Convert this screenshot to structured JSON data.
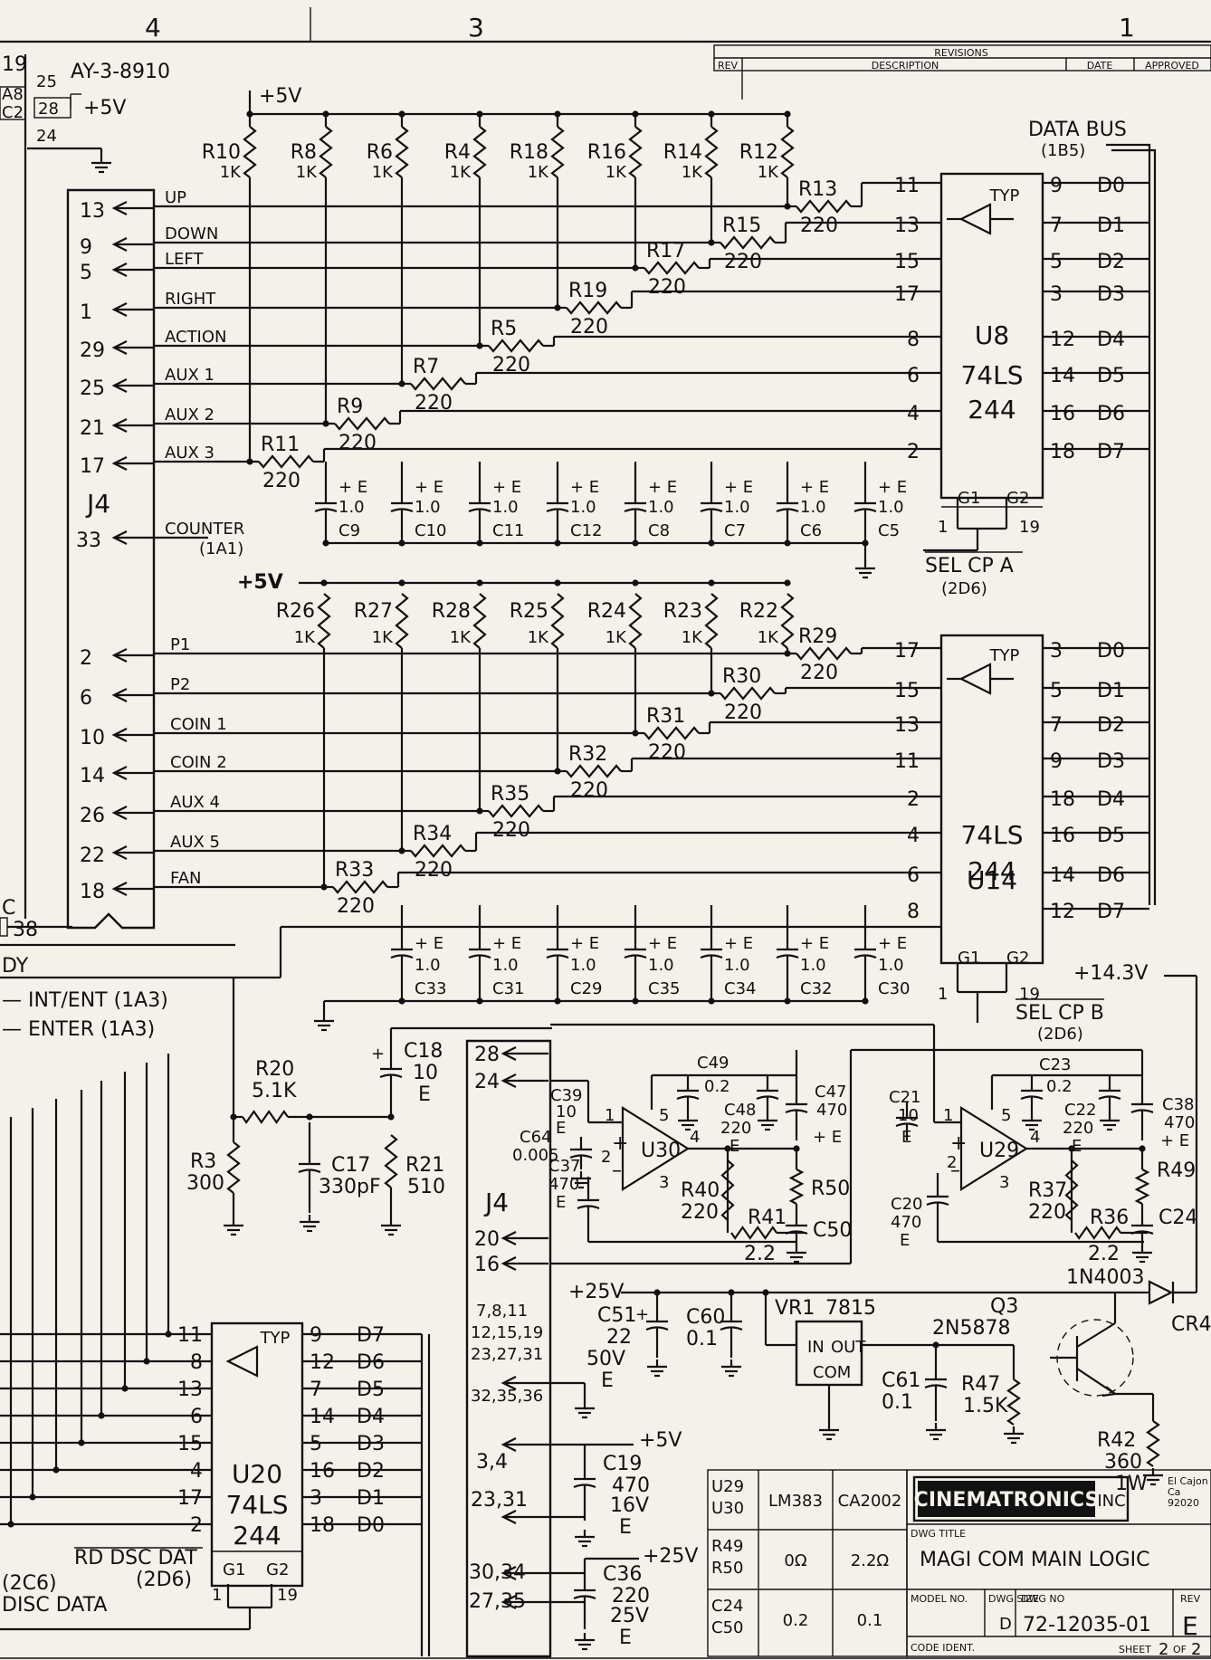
{
  "header": {
    "zones": [
      "4",
      "3",
      "1"
    ],
    "revisions": {
      "title": "REVISIONS",
      "cols": [
        "REV",
        "DESCRIPTION",
        "DATE",
        "APPROVED"
      ]
    }
  },
  "topleft": {
    "chip": "AY-3-8910",
    "pins": [
      "19",
      "25",
      "28",
      "24"
    ],
    "edge": [
      "A8",
      "C2"
    ],
    "v5": "+5V"
  },
  "top_supply": "+5V",
  "bot_supply": "+5V",
  "data_bus": {
    "label": "DATA BUS",
    "ref": "(1B5)"
  },
  "j4": {
    "label": "J4",
    "counter_pin": "33",
    "counter": "COUNTER",
    "counter_ref": "(1A1)"
  },
  "top_signals": [
    {
      "pin": "13",
      "name": "UP"
    },
    {
      "pin": "9",
      "name": "DOWN"
    },
    {
      "pin": "5",
      "name": "LEFT"
    },
    {
      "pin": "1",
      "name": "RIGHT"
    },
    {
      "pin": "29",
      "name": "ACTION"
    },
    {
      "pin": "25",
      "name": "AUX 1"
    },
    {
      "pin": "21",
      "name": "AUX 2"
    },
    {
      "pin": "17",
      "name": "AUX 3"
    }
  ],
  "bot_signals": [
    {
      "pin": "2",
      "name": "P1"
    },
    {
      "pin": "6",
      "name": "P2"
    },
    {
      "pin": "10",
      "name": "COIN 1"
    },
    {
      "pin": "14",
      "name": "COIN 2"
    },
    {
      "pin": "26",
      "name": "AUX 4"
    },
    {
      "pin": "22",
      "name": "AUX 5"
    },
    {
      "pin": "18",
      "name": "FAN"
    }
  ],
  "pullups_top": [
    {
      "ref": "R10",
      "val": "1K"
    },
    {
      "ref": "R8",
      "val": "1K"
    },
    {
      "ref": "R6",
      "val": "1K"
    },
    {
      "ref": "R4",
      "val": "1K"
    },
    {
      "ref": "R18",
      "val": "1K"
    },
    {
      "ref": "R16",
      "val": "1K"
    },
    {
      "ref": "R14",
      "val": "1K"
    },
    {
      "ref": "R12",
      "val": "1K"
    }
  ],
  "series_top": [
    {
      "ref": "R13",
      "val": "220"
    },
    {
      "ref": "R15",
      "val": "220"
    },
    {
      "ref": "R17",
      "val": "220"
    },
    {
      "ref": "R19",
      "val": "220"
    },
    {
      "ref": "R5",
      "val": "220"
    },
    {
      "ref": "R7",
      "val": "220"
    },
    {
      "ref": "R9",
      "val": "220"
    },
    {
      "ref": "R11",
      "val": "220"
    }
  ],
  "caps_top": [
    {
      "ref": "C9"
    },
    {
      "ref": "C10"
    },
    {
      "ref": "C11"
    },
    {
      "ref": "C12"
    },
    {
      "ref": "C8"
    },
    {
      "ref": "C7"
    },
    {
      "ref": "C6"
    },
    {
      "ref": "C5"
    }
  ],
  "cap_mark": {
    "pol": "+ E",
    "val": "1.0"
  },
  "pullups_bot": [
    {
      "ref": "R26",
      "val": "1K"
    },
    {
      "ref": "R27",
      "val": "1K"
    },
    {
      "ref": "R28",
      "val": "1K"
    },
    {
      "ref": "R25",
      "val": "1K"
    },
    {
      "ref": "R24",
      "val": "1K"
    },
    {
      "ref": "R23",
      "val": "1K"
    },
    {
      "ref": "R22",
      "val": "1K"
    }
  ],
  "series_bot": [
    {
      "ref": "R29",
      "val": "220"
    },
    {
      "ref": "R30",
      "val": "220"
    },
    {
      "ref": "R31",
      "val": "220"
    },
    {
      "ref": "R32",
      "val": "220"
    },
    {
      "ref": "R35",
      "val": "220"
    },
    {
      "ref": "R34",
      "val": "220"
    },
    {
      "ref": "R33",
      "val": "220"
    }
  ],
  "caps_bot": [
    {
      "ref": "C33"
    },
    {
      "ref": "C31"
    },
    {
      "ref": "C29"
    },
    {
      "ref": "C35"
    },
    {
      "ref": "C34"
    },
    {
      "ref": "C32"
    },
    {
      "ref": "C30"
    }
  ],
  "u8": {
    "ref": "U8",
    "type1": "74LS",
    "type2": "244",
    "typ": "TYP",
    "in_pins": [
      "11",
      "13",
      "15",
      "17",
      "8",
      "6",
      "4",
      "2"
    ],
    "out_pins": [
      "9",
      "7",
      "5",
      "3",
      "12",
      "14",
      "16",
      "18"
    ],
    "outs": [
      "D0",
      "D1",
      "D2",
      "D3",
      "D4",
      "D5",
      "D6",
      "D7"
    ],
    "g1": "G1",
    "g2": "G2",
    "p1": "1",
    "p19": "19",
    "sel": "SEL CP A",
    "sel_ref": "(2D6)"
  },
  "u14": {
    "ref": "U14",
    "type1": "74LS",
    "type2": "244",
    "typ": "TYP",
    "in_pins": [
      "17",
      "15",
      "13",
      "11",
      "2",
      "4",
      "6",
      "8"
    ],
    "out_pins": [
      "3",
      "5",
      "7",
      "9",
      "18",
      "16",
      "14",
      "12"
    ],
    "outs": [
      "D0",
      "D1",
      "D2",
      "D3",
      "D4",
      "D5",
      "D6",
      "D7"
    ],
    "g1": "G1",
    "g2": "G2",
    "p1": "1",
    "p19": "19",
    "sel": "SEL CP B",
    "sel_ref": "(2D6)"
  },
  "u20": {
    "ref": "U20",
    "type1": "74LS",
    "type2": "244",
    "typ": "TYP",
    "in_pins": [
      "11",
      "8",
      "13",
      "6",
      "15",
      "4",
      "17",
      "2"
    ],
    "out_pins": [
      "9",
      "12",
      "7",
      "14",
      "5",
      "16",
      "3",
      "18"
    ],
    "outs": [
      "D7",
      "D6",
      "D5",
      "D4",
      "D3",
      "D2",
      "D1",
      "D0"
    ],
    "g1": "G1",
    "g2": "G2",
    "p1": "1",
    "p19": "19",
    "rd": "RD DSC DAT",
    "rd_ref": "(2D6)"
  },
  "left_mid": {
    "pin38": "38",
    "c": "C",
    "dy": "DY",
    "int": "INT/ENT (1A3)",
    "enter": "ENTER (1A3)",
    "l2c6": "(2C6)",
    "disc": "DISC DATA"
  },
  "analog": {
    "r20": "R20",
    "r20v": "5.1K",
    "r3": "R3",
    "r3v": "300",
    "c17": "C17",
    "c17v": "330pF",
    "r21": "R21",
    "r21v": "510",
    "c18": "C18",
    "c18v": "10",
    "c18e": "E"
  },
  "audio": {
    "j4": "J4",
    "j4_pins": [
      "28",
      "24",
      "20",
      "16"
    ],
    "c39": "C39",
    "c39v": "10",
    "c39e": "E",
    "c64": "C64",
    "c64v": "0.005",
    "c37": "C37",
    "c37v": "470",
    "c37e": "E",
    "u30": "U30",
    "c49": "C49",
    "c49v": "0.2",
    "c48": "C48",
    "c48v": "220",
    "c48e": "E",
    "c47": "C47",
    "c47v": "470",
    "c47e": "+ E",
    "r40": "R40",
    "r40v": "220",
    "r41": "R41",
    "r41v": "2.2",
    "r50": "R50",
    "c50": "C50",
    "c21": "C21",
    "c21v": "10",
    "c21e": "E",
    "c20": "C20",
    "c20v": "470",
    "c20e": "E",
    "u29": "U29",
    "c23": "C23",
    "c23v": "0.2",
    "c22": "C22",
    "c22v": "220",
    "c22e": "E",
    "c38": "C38",
    "c38v": "470",
    "c38e": "+ E",
    "r37": "R37",
    "r37v": "220",
    "r36": "R36",
    "r36v": "2.2",
    "r49": "R49",
    "c24": "C24",
    "p1": "1",
    "p2": "2",
    "p3": "3",
    "p4": "4",
    "p5": "5",
    "v143": "+14.3V"
  },
  "power": {
    "v25": "+25V",
    "c51": "C51",
    "c51v": "22",
    "c51v2": "50V",
    "c51e": "E",
    "c60": "C60",
    "c60v": "0.1",
    "vr1": "VR1",
    "vr1t": "7815",
    "vin": "IN",
    "vout": "OUT",
    "vcom": "COM",
    "c61": "C61",
    "c61v": "0.1",
    "r47": "R47",
    "r47v": "1.5K",
    "q3": "Q3",
    "q3t": "2N5878",
    "cr4d": "1N4003",
    "cr4": "CR4",
    "r42": "R42",
    "r42v": "360",
    "r42w": "1W",
    "j4a": "7,8,11",
    "j4b": "12,15,19",
    "j4c": "23,27,31",
    "j4d": "32,35,36",
    "j4e": "3,4",
    "j4f": "23,31",
    "j4g": "30,34",
    "j4h": "27,35",
    "v5": "+5V",
    "c19": "C19",
    "c19v": "470",
    "c19v2": "16V",
    "c19e": "E",
    "v25b": "+25V",
    "c36": "C36",
    "c36v": "220",
    "c36v2": "25V",
    "c36e": "E"
  },
  "parts_table": {
    "rows": [
      [
        "U29\nU30",
        "LM383",
        "CA2002"
      ],
      [
        "R49\nR50",
        "0Ω",
        "2.2Ω"
      ],
      [
        "C24\nC50",
        "0.2",
        "0.1"
      ]
    ]
  },
  "title_block": {
    "company": "CINEMATRONICS",
    "inc": "INC",
    "loc1": "El Cajon",
    "loc2": "Ca",
    "loc3": "92020",
    "dwg_title_label": "DWG TITLE",
    "dwg_title": "MAGI COM  MAIN LOGIC",
    "model_label": "MODEL NO.",
    "size_label": "DWG SIZE",
    "size": "D",
    "dwgno_label": "DWG NO",
    "dwgno": "72-12035-01",
    "rev_label": "REV",
    "rev": "E",
    "code_label": "CODE IDENT.",
    "sheet_label": "SHEET",
    "sheet": "2",
    "of": "OF",
    "sheets": "2"
  }
}
